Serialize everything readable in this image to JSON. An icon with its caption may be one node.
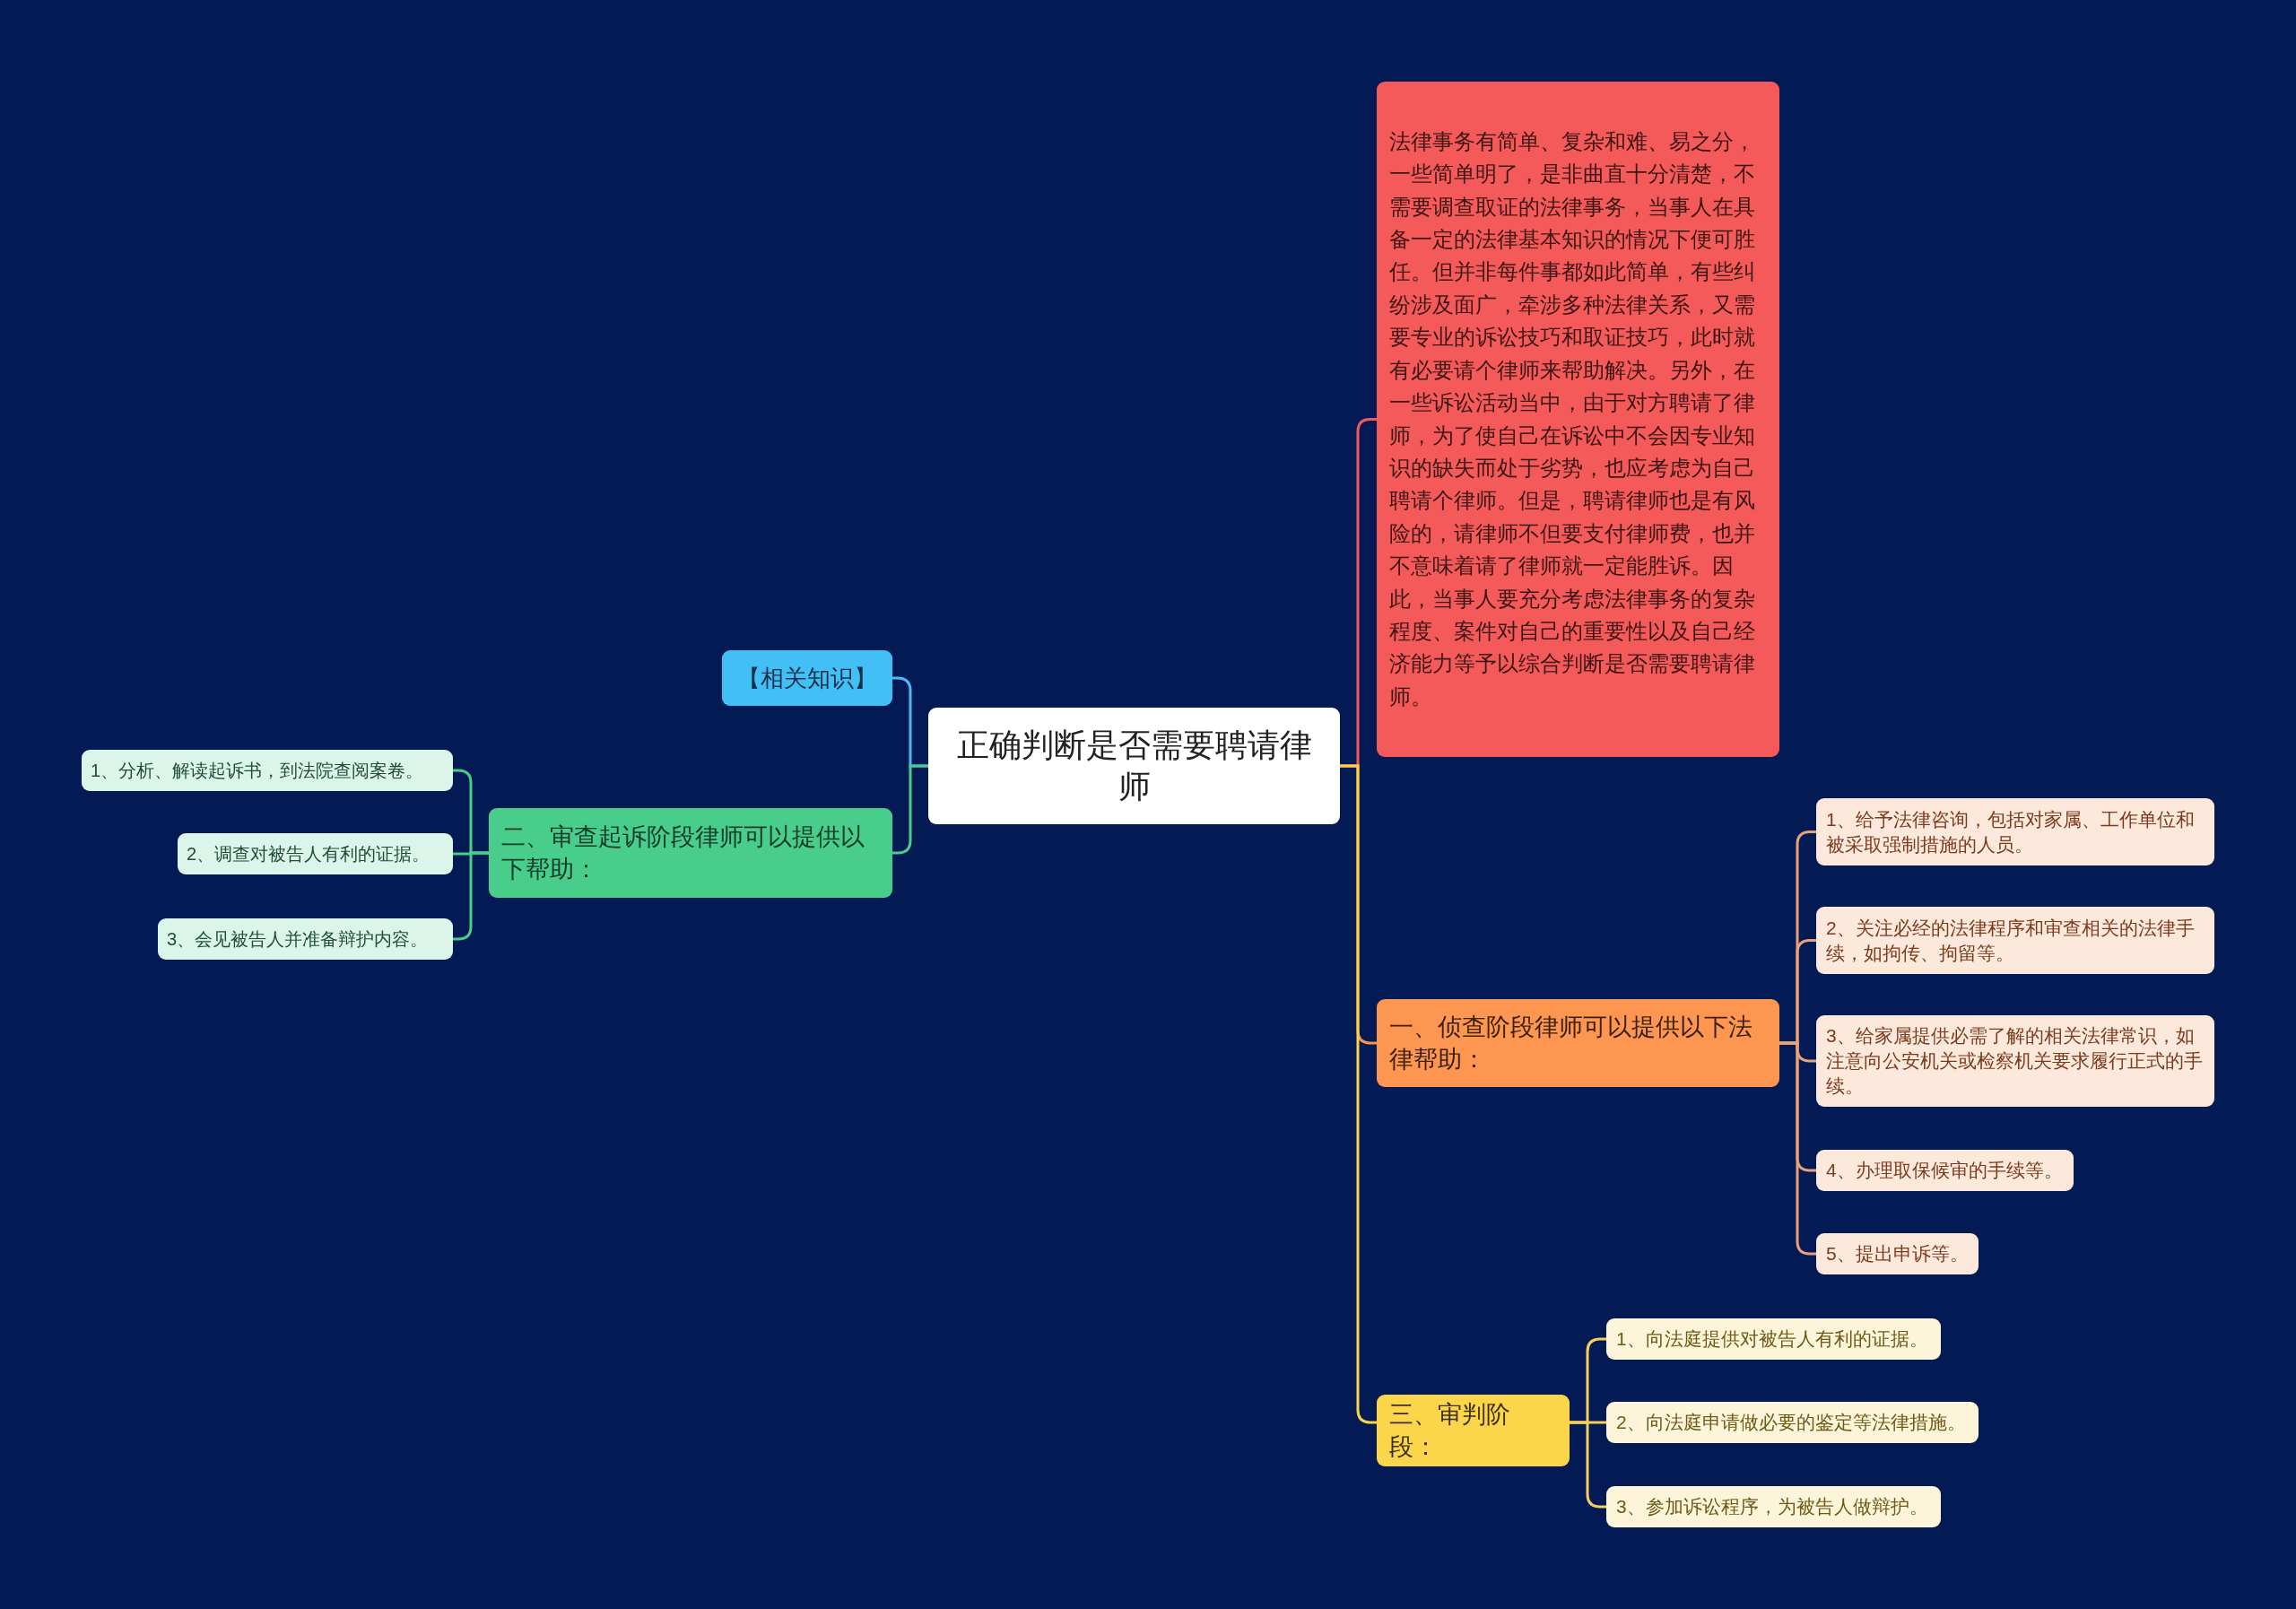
{
  "diagram": {
    "nodes": [
      {
        "text": [
          "正确判断是否需要聘请律师"
        ]
      },
      {
        "text": [
          "法律事务有简单、复杂和难、易之分，一些简单明了，是非曲直十分清楚，不需要调查取证的法律事务，当事人在具备一定的法律基本知识的情况下便可胜任。但并非每件事都如此简单，有些纠纷涉及面广，牵涉多种法律关系，又需要专业的诉讼技巧和取证技巧，此时就有必要请个律师来帮助解决。另外，在一些诉讼活动当中，由于对方聘请了律师，为了使自己在诉讼中不会因专业知识的缺失而处于劣势，也应考虑为自己聘请个律师。但是，聘请律师也是有风险的，请律师不但要支付律师费，也并不意味着请了律师就一定能胜诉。因此，当事人要充分考虑法律事务的复杂程度、案件对自己的重要性以及自己经济能力等予以综合判断是否需要聘请律师。"
        ]
      },
      {
        "text": [
          "一、侦查阶段律师可以提供以下法律帮助："
        ]
      },
      {
        "text": [
          "1、给予法律咨询，包括对家属、工作单位和被采取强制措施的人员。"
        ]
      },
      {
        "text": [
          "2、关注必经的法律程序和审查相关的法律手续，如拘传、拘留等。"
        ]
      },
      {
        "text": [
          "3、给家属提供必需了解的相关法律常识，如注意向公安机关或检察机关要求履行正式的手续。"
        ]
      },
      {
        "text": [
          "4、办理取保候审的手续等。"
        ]
      },
      {
        "text": [
          "5、提出申诉等。"
        ]
      },
      {
        "text": [
          "三、审判阶段："
        ]
      },
      {
        "text": [
          "1、向法庭提供对被告人有利的证据。"
        ]
      },
      {
        "text": [
          "2、向法庭申请做必要的鉴定等法律措施。"
        ]
      },
      {
        "text": [
          "3、参加诉讼程序，为被告人做辩护。"
        ]
      },
      {
        "text": [
          "【相关知识】"
        ]
      },
      {
        "text": [
          "二、审查起诉阶段律师可以提供以下帮助："
        ]
      },
      {
        "text": [
          "1、分析、解读起诉书，到法院查阅案卷。"
        ]
      },
      {
        "text": [
          "2、调查对被告人有利的证据。"
        ]
      },
      {
        "text": [
          "3、会见被告人并准备辩护内容。"
        ]
      }
    ],
    "edges": [
      {
        "from": 0,
        "to": 1,
        "arrow": "none",
        "color": "#f35b5b"
      },
      {
        "from": 0,
        "to": 2,
        "arrow": "none",
        "color": "#f7944e"
      },
      {
        "from": 2,
        "to": 3,
        "arrow": "none",
        "color": "#e6a27a"
      },
      {
        "from": 2,
        "to": 4,
        "arrow": "none",
        "color": "#e6a27a"
      },
      {
        "from": 2,
        "to": 5,
        "arrow": "none",
        "color": "#e6a27a"
      },
      {
        "from": 2,
        "to": 6,
        "arrow": "none",
        "color": "#e6a27a"
      },
      {
        "from": 2,
        "to": 7,
        "arrow": "none",
        "color": "#e6a27a"
      },
      {
        "from": 0,
        "to": 8,
        "arrow": "none",
        "color": "#f9d44a"
      },
      {
        "from": 8,
        "to": 9,
        "arrow": "none",
        "color": "#f0d060"
      },
      {
        "from": 8,
        "to": 10,
        "arrow": "none",
        "color": "#f0d060"
      },
      {
        "from": 8,
        "to": 11,
        "arrow": "none",
        "color": "#f0d060"
      },
      {
        "from": 0,
        "to": 12,
        "arrow": "none",
        "color": "#4cb8f5"
      },
      {
        "from": 0,
        "to": 13,
        "arrow": "none",
        "color": "#48cd8b"
      },
      {
        "from": 13,
        "to": 14,
        "arrow": "none",
        "color": "#48cd8b"
      },
      {
        "from": 13,
        "to": 15,
        "arrow": "none",
        "color": "#48cd8b"
      },
      {
        "from": 13,
        "to": 16,
        "arrow": "none",
        "color": "#48cd8b"
      }
    ]
  }
}
